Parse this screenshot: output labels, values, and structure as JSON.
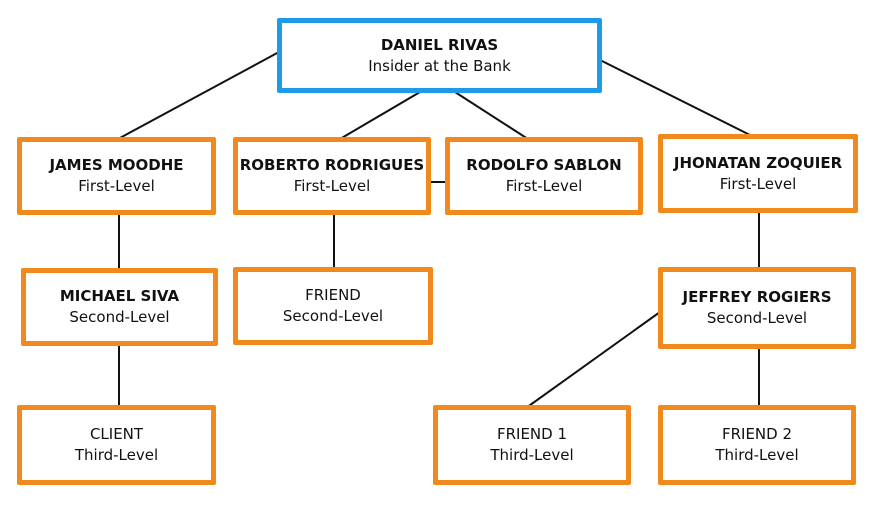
{
  "colors": {
    "root_border": "#1e9ae6",
    "node_border": "#f08a1c",
    "connector": "#111111"
  },
  "nodes": {
    "daniel": {
      "name": "DANIEL RIVAS",
      "role": "Insider at the Bank"
    },
    "james": {
      "name": "JAMES MOODHE",
      "role": "First-Level"
    },
    "roberto": {
      "name": "ROBERTO RODRIGUES",
      "role": "First-Level"
    },
    "rodolfo": {
      "name": "RODOLFO SABLON",
      "role": "First-Level"
    },
    "jhonatan": {
      "name": "JHONATAN ZOQUIER",
      "role": "First-Level"
    },
    "michael": {
      "name": "MICHAEL SIVA",
      "role": "Second-Level"
    },
    "friend": {
      "name": "FRIEND",
      "role": "Second-Level"
    },
    "jeffrey": {
      "name": "JEFFREY ROGIERS",
      "role": "Second-Level"
    },
    "client": {
      "name": "CLIENT",
      "role": "Third-Level"
    },
    "friend1": {
      "name": "FRIEND 1",
      "role": "Third-Level"
    },
    "friend2": {
      "name": "FRIEND 2",
      "role": "Third-Level"
    }
  },
  "edges": [
    [
      "daniel",
      "james"
    ],
    [
      "daniel",
      "roberto"
    ],
    [
      "daniel",
      "rodolfo"
    ],
    [
      "daniel",
      "jhonatan"
    ],
    [
      "roberto",
      "rodolfo"
    ],
    [
      "james",
      "michael"
    ],
    [
      "roberto",
      "friend"
    ],
    [
      "jhonatan",
      "jeffrey"
    ],
    [
      "michael",
      "client"
    ],
    [
      "jeffrey",
      "friend1"
    ],
    [
      "jeffrey",
      "friend2"
    ]
  ]
}
